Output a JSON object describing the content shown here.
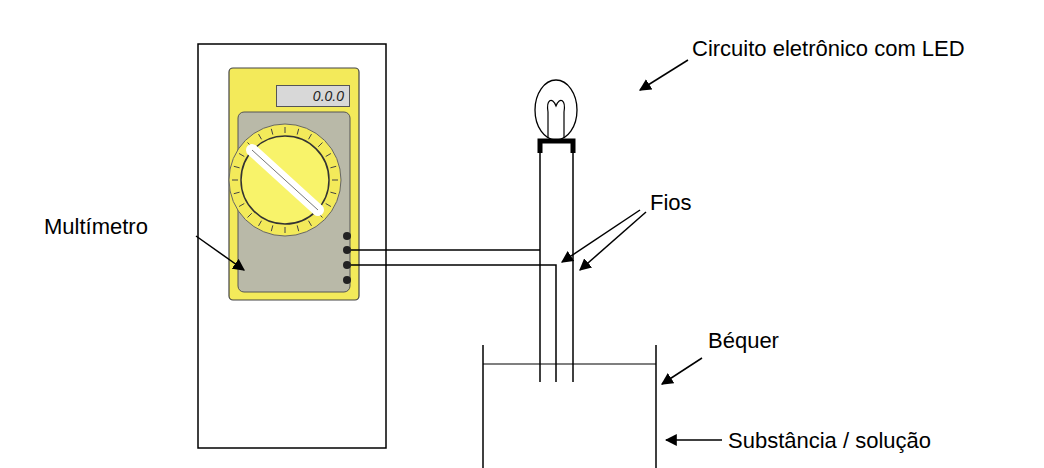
{
  "diagram": {
    "nodes": [
      {
        "text": [
          "0.0.0"
        ]
      }
    ],
    "labels": [
      "Circuito eletrônico com LED",
      "Multímetro",
      "Fios",
      "Béquer",
      "Substância / solução"
    ]
  }
}
